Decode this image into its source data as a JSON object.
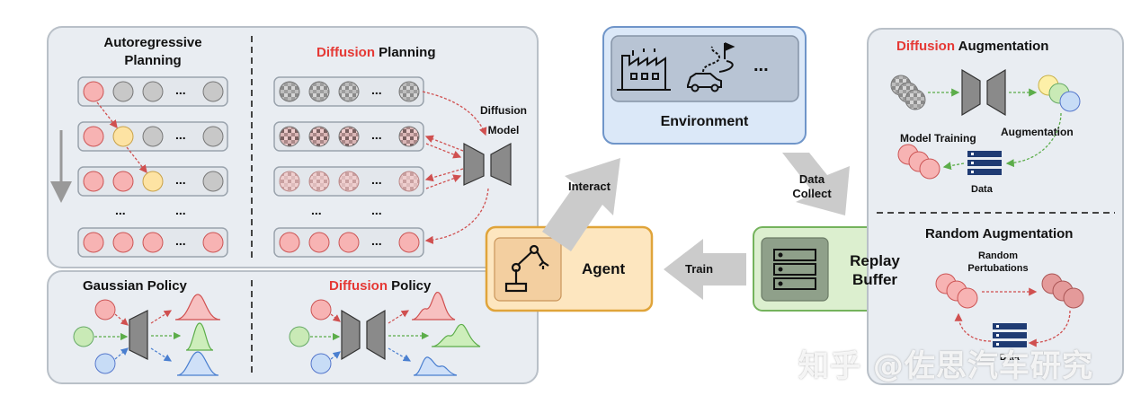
{
  "panels": {
    "autoregressive_title": "Autoregressive\nPlanning",
    "diffusion_planning": {
      "highlight": "Diffusion",
      "rest": " Planning"
    },
    "diffusion_model": "Diffusion\nModel",
    "gaussian_policy": "Gaussian Policy",
    "diffusion_policy": {
      "highlight": "Diffusion",
      "rest": " Policy"
    },
    "ellipsis": "..."
  },
  "center": {
    "environment": "Environment",
    "env_ellipsis": "...",
    "agent": "Agent",
    "interact": "Interact",
    "train": "Train",
    "data_collect": "Data\nCollect",
    "replay_buffer": "Replay\nBuffer"
  },
  "right": {
    "diffusion_augmentation": {
      "highlight": "Diffusion",
      "rest": " Augmentation"
    },
    "model_training": "Model Training",
    "augmentation": "Augmentation",
    "data_top": "Data",
    "random_augmentation": "Random Augmentation",
    "random_pertubations": "Random\nPertubations",
    "data_bottom": "Data"
  },
  "watermark": "知乎 @佐思汽车研究",
  "colors": {
    "panel_bg": "#e9edf2",
    "panel_border": "#b9c0c8",
    "red_circle": "#f7b3b3",
    "grey_circle": "#c8c8c8",
    "yellow_circle": "#fde3a3",
    "green_circle": "#c9eab6",
    "blue_circle": "#c7dcf6",
    "env_box": "#dbe8f8",
    "agent_box": "#fde6bf",
    "replay_box": "#dcefcf",
    "accent_red": "#e53935",
    "arrow_grey": "#c9c9c9",
    "data_icon": "#1f3b73"
  }
}
